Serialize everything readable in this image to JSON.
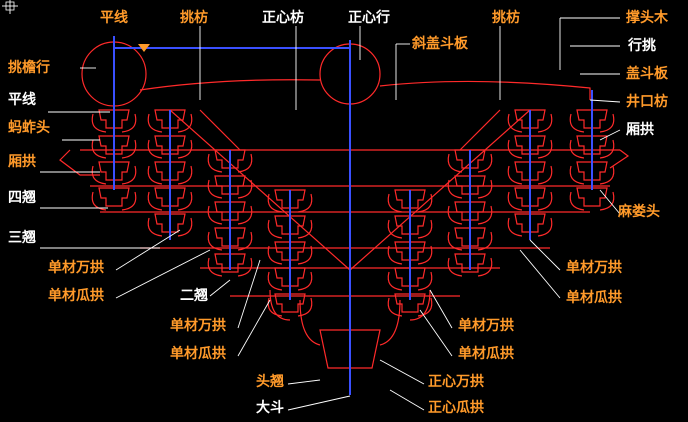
{
  "labels": {
    "pingxian_top": "平线",
    "tiaofang_left": "挑枋",
    "zhengxinfang": "正心枋",
    "zhengxinheng": "正心行",
    "tiaofang_right": "挑枋",
    "chengtoumu": "撑头木",
    "xiegaidouban": "斜盖斗板",
    "hangtiao": "行挑",
    "gaidouban": "盖斗板",
    "jingkoufang": "井口枋",
    "xianggong_right": "厢拱",
    "madoutou": "麻娄头",
    "tiaoyanheng": "挑檐行",
    "pingxian_left": "平线",
    "mazhatou": "蚂蚱头",
    "xianggong_left": "厢拱",
    "siqiao": "四翘",
    "sanqiao": "三翘",
    "dancai_wangong_l1": "单材万拱",
    "dancai_guagong_l1": "单材瓜拱",
    "erqiao": "二翘",
    "dancai_wangong_l2": "单材万拱",
    "dancai_guagong_l2": "单材瓜拱",
    "touqiao": "头翘",
    "dadou": "大斗",
    "dancai_wangong_r1": "单材万拱",
    "dancai_guagong_r1": "单材瓜拱",
    "dancai_wangong_r2": "单材万拱",
    "dancai_guagong_r2": "单材瓜拱",
    "zhengxin_wangong": "正心万拱",
    "zhengxin_guagong": "正心瓜拱"
  },
  "colors": {
    "background": "#000000",
    "label": "#ff9a2a",
    "structure": "#ff2a2a",
    "axis": "#3a50ff",
    "leader": "#ffffff"
  }
}
